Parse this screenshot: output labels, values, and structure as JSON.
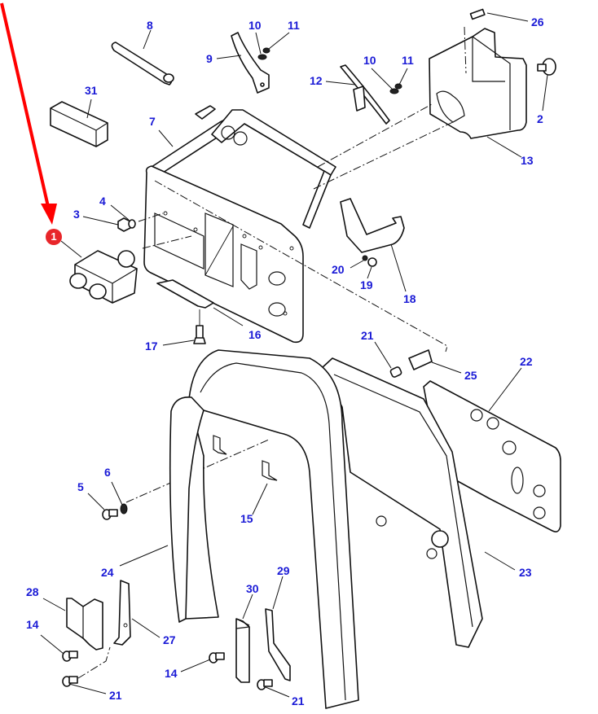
{
  "diagram": {
    "type": "exploded-parts-diagram",
    "highlight": {
      "part": "1",
      "color": "#e8262a",
      "arrow_color": "#ff0000"
    },
    "label_color": "#1a1ad6",
    "callouts": [
      {
        "id": "c8",
        "text": "8"
      },
      {
        "id": "c10a",
        "text": "10"
      },
      {
        "id": "c11a",
        "text": "11"
      },
      {
        "id": "c9",
        "text": "9"
      },
      {
        "id": "c31",
        "text": "31"
      },
      {
        "id": "c7",
        "text": "7"
      },
      {
        "id": "c4",
        "text": "4"
      },
      {
        "id": "c3",
        "text": "3"
      },
      {
        "id": "c26",
        "text": "26"
      },
      {
        "id": "c10b",
        "text": "10"
      },
      {
        "id": "c11b",
        "text": "11"
      },
      {
        "id": "c12",
        "text": "12"
      },
      {
        "id": "c2",
        "text": "2"
      },
      {
        "id": "c13",
        "text": "13"
      },
      {
        "id": "c20",
        "text": "20"
      },
      {
        "id": "c19",
        "text": "19"
      },
      {
        "id": "c18",
        "text": "18"
      },
      {
        "id": "c16",
        "text": "16"
      },
      {
        "id": "c17",
        "text": "17"
      },
      {
        "id": "c21a",
        "text": "21"
      },
      {
        "id": "c25",
        "text": "25"
      },
      {
        "id": "c22",
        "text": "22"
      },
      {
        "id": "c5",
        "text": "5"
      },
      {
        "id": "c6",
        "text": "6"
      },
      {
        "id": "c15",
        "text": "15"
      },
      {
        "id": "c24",
        "text": "24"
      },
      {
        "id": "c23",
        "text": "23"
      },
      {
        "id": "c28",
        "text": "28"
      },
      {
        "id": "c14a",
        "text": "14"
      },
      {
        "id": "c27",
        "text": "27"
      },
      {
        "id": "c30",
        "text": "30"
      },
      {
        "id": "c29",
        "text": "29"
      },
      {
        "id": "c14b",
        "text": "14"
      },
      {
        "id": "c21b",
        "text": "21"
      },
      {
        "id": "c21c",
        "text": "21"
      }
    ],
    "badge_text": "1"
  }
}
